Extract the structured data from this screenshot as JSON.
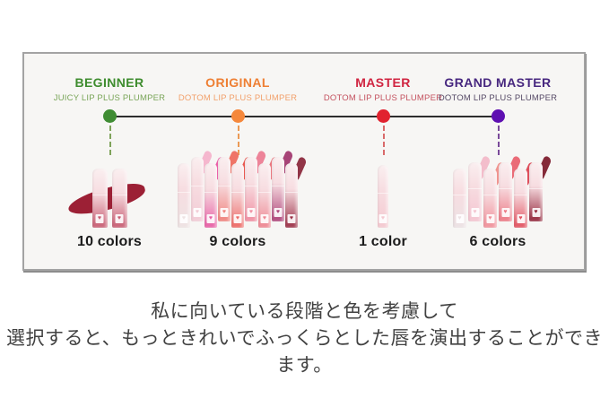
{
  "panel": {
    "background": "#f7f6f4",
    "border_color": "#a3a3a3"
  },
  "timeline": {
    "line_color": "#2e2e2e"
  },
  "icons": {
    "heart": "♥"
  },
  "stages": [
    {
      "title": "BEGINNER",
      "subtitle": "JUICY LIP PLUS PLUMPER",
      "count": "10 colors",
      "colors": {
        "title": "#3e8c2e",
        "subtitle": "#79a558",
        "dot": "#3f8c33",
        "dash": "#7fa35a"
      },
      "product": {
        "big_swatch": "#9c2035",
        "tubes": [
          {
            "body": "#c75d72",
            "swatch": null
          },
          {
            "body": "#c75d72",
            "swatch": null
          }
        ]
      }
    },
    {
      "title": "ORIGINAL",
      "subtitle": "DOTOM LIP PLUS PLUMPER",
      "count": "9 colors",
      "colors": {
        "title": "#ee7f33",
        "subtitle": "#f2a06b",
        "dot": "#f5883c",
        "dash": "#eb9a55"
      },
      "product": {
        "big_swatch": null,
        "tubes": [
          {
            "body": "#eee3e3",
            "swatch": null
          },
          {
            "body": "#f2ccd6",
            "swatch": "#f4b3cb"
          },
          {
            "body": "#e75fa5",
            "swatch": "#e959a4"
          },
          {
            "body": "#f0837d",
            "swatch": "#ee6d5f"
          },
          {
            "body": "#ed6a66",
            "swatch": "#e85048"
          },
          {
            "body": "#f08fa2",
            "swatch": "#ec7d93"
          },
          {
            "body": "#ee8792",
            "swatch": "#e96f77"
          },
          {
            "body": "#ae4479",
            "swatch": "#a23a70"
          },
          {
            "body": "#9b3147",
            "swatch": "#8c2a3d"
          }
        ]
      }
    },
    {
      "title": "MASTER",
      "subtitle": "DOTOM LIP PLUS PLUMPER",
      "count": "1 color",
      "colors": {
        "title": "#d02440",
        "subtitle": "#c4525f",
        "dot": "#e1222f",
        "dash": "#d96a6a"
      },
      "product": {
        "big_swatch": null,
        "tubes": [
          {
            "body": "#f4c9d0",
            "swatch": null
          }
        ]
      }
    },
    {
      "title": "GRAND MASTER",
      "subtitle": "DOTOM LIP PLUS PLUMPER",
      "count": "6 colors",
      "colors": {
        "title": "#47277f",
        "subtitle": "#564a66",
        "dot": "#5e0fb1",
        "dash": "#7a4a9a"
      },
      "product": {
        "big_swatch": null,
        "tubes": [
          {
            "body": "#ece2e4",
            "swatch": null
          },
          {
            "body": "#f4c5d1",
            "swatch": "#f2b9c8"
          },
          {
            "body": "#f0919a",
            "swatch": "#ef8f8a"
          },
          {
            "body": "#ec7884",
            "swatch": "#e96370"
          },
          {
            "body": "#e1525f",
            "swatch": "#dc4653"
          },
          {
            "body": "#93273b",
            "swatch": "#7e1f2e"
          }
        ]
      }
    }
  ],
  "caption": {
    "line1": "私に向いている段階と色を考慮して",
    "line2": "選択すると、もっときれいでふっくらとした唇を演出することができます。"
  }
}
